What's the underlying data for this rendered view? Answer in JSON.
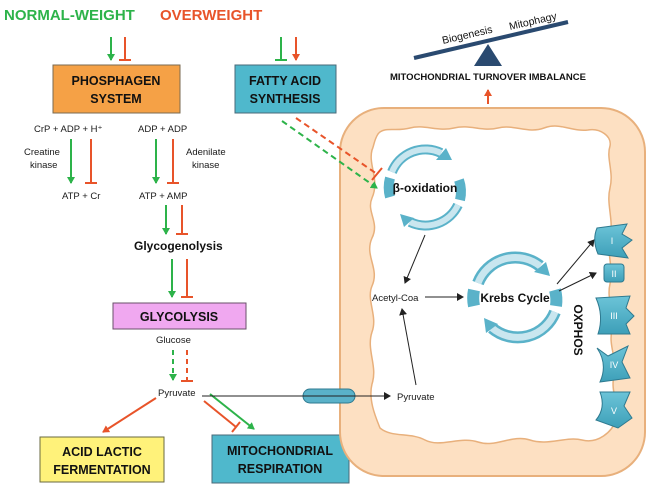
{
  "legend": {
    "normal": "NORMAL-WEIGHT",
    "overweight": "OVERWEIGHT"
  },
  "colors": {
    "normal": "#2db34a",
    "overweight": "#e8542a",
    "phosphagen_box": "#f5a146",
    "fatty_box": "#4fb8cc",
    "glycolysis_box": "#f0a8f0",
    "acid_box": "#fff27a",
    "mito_resp_box": "#4fb8cc",
    "cell_fill": "#fde0c2",
    "cell_border": "#e8b07c",
    "complex_fill": "#5ab2c9",
    "cycle_fill": "#c9e6ef"
  },
  "boxes": {
    "phosphagen": [
      "PHOSPHAGEN",
      "SYSTEM"
    ],
    "fatty_acid": [
      "FATTY ACID",
      "SYNTHESIS"
    ],
    "glycolysis": "GLYCOLYSIS",
    "acid_lactic": [
      "ACID LACTIC",
      "FERMENTATION"
    ],
    "mito_resp": [
      "MITOCHONDRIAL",
      "RESPIRATION"
    ]
  },
  "labels": {
    "crp_reaction": "CrP + ADP + H⁺",
    "adp_reaction": "ADP + ADP",
    "creatine_kinase": [
      "Creatine",
      "kinase"
    ],
    "adenylate_kinase": [
      "Adenilate",
      "kinase"
    ],
    "atp_cr": "ATP + Cr",
    "atp_amp": "ATP + AMP",
    "glycogenolysis": "Glycogenolysis",
    "glucose": "Glucose",
    "pyruvate": "Pyruvate",
    "pyruvate_mito": "Pyruvate",
    "beta_oxidation": "β-oxidation",
    "acetyl_coa": "Acetyl-Coa",
    "krebs": "Krebs Cycle",
    "oxphos": "OXPHOS",
    "turnover": "MITOCHONDRIAL TURNOVER IMBALANCE",
    "biogenesis": "Biogenesis",
    "mitophagy": "Mitophagy"
  },
  "complexes": [
    "I",
    "II",
    "III",
    "IV",
    "V"
  ]
}
